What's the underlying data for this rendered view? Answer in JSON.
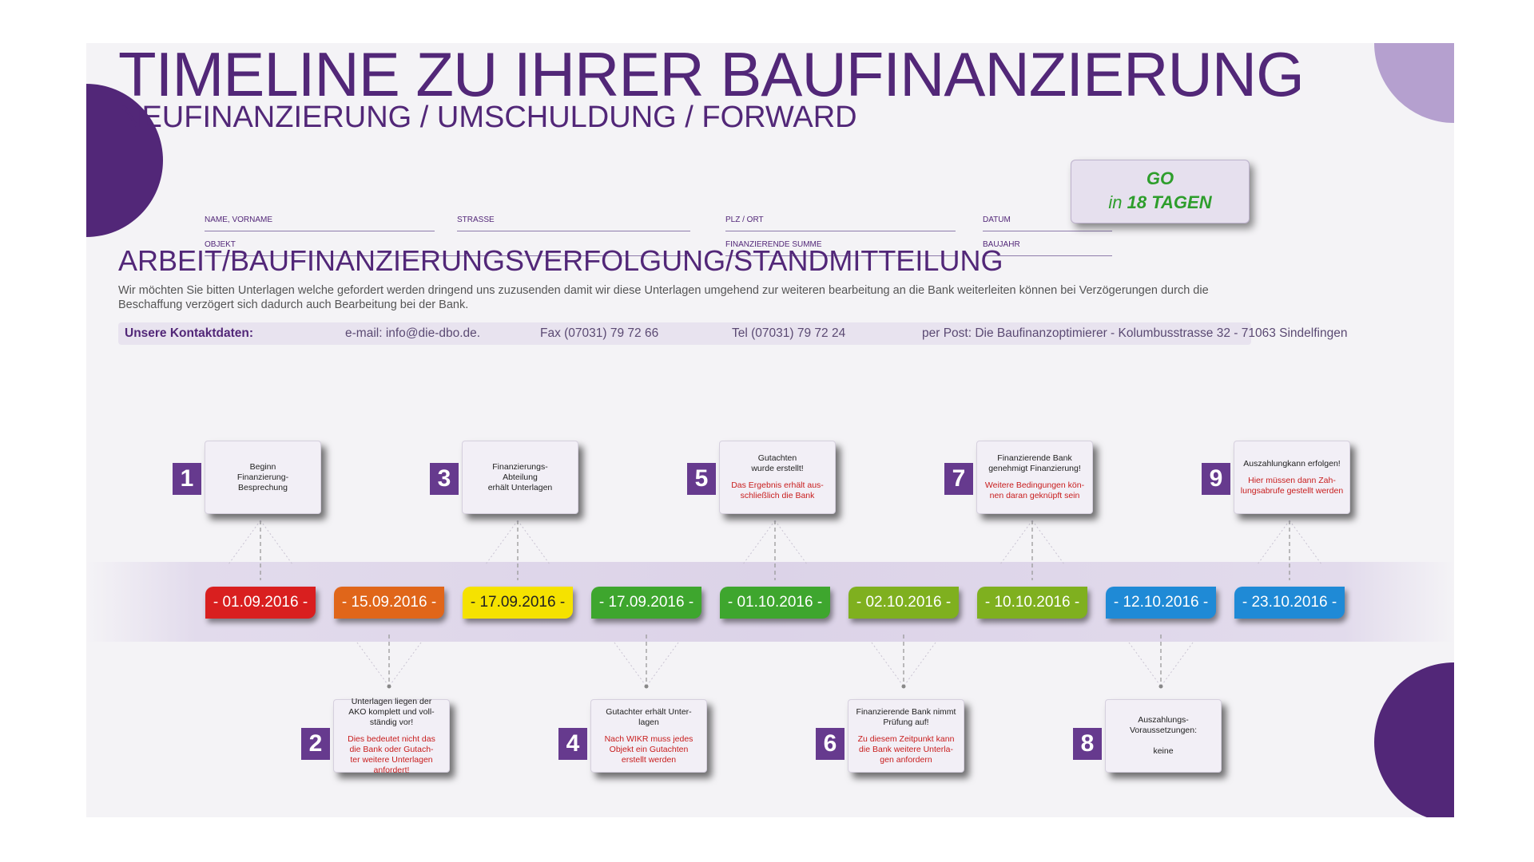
{
  "header": {
    "title": "TIMELINE ZU IHRER BAUFINANZIERUNG",
    "subtitle": "NEUFINANZIERUNG / UMSCHULDUNG / FORWARD"
  },
  "form": {
    "name": "NAME, VORNAME",
    "strasse": "STRASSE",
    "plz": "PLZ / ORT",
    "datum": "DATUM",
    "objekt": "OBJEKT",
    "summe": "FINANZIERENDE SUMME",
    "baujahr": "BAUJAHR"
  },
  "go_box": {
    "line1": "GO",
    "line2_prefix": "in",
    "line2_rest": "18 TAGEN"
  },
  "section": {
    "title": "ARBEIT/BAUFINANZIERUNGSVERFOLGUNG/STANDMITTEILUNG",
    "intro": "Wir möchten Sie bitten Unterlagen welche gefordert werden dringend uns zuzusenden damit wir diese Unterlagen umgehend zur weiteren bearbeitung an die Bank weiterleiten können bei Verzögerungen durch die Beschaffung verzögert sich dadurch auch Bearbeitung bei der Bank."
  },
  "contact": {
    "label": "Unsere Kontaktdaten:",
    "email": "e-mail: info@die-dbo.de.",
    "fax": "Fax (07031) 79 72 66",
    "tel": "Tel (07031) 79 72 24",
    "post": "per Post: Die Baufinanzoptimierer - Kolumbusstrasse 32 - 71063 Sindelfingen"
  },
  "steps": [
    {
      "num": "1",
      "text": "Beginn\nFinanzierung-\nBesprechung",
      "note": ""
    },
    {
      "num": "2",
      "text": "Unterlagen liegen der\nAKO komplett und voll-\nständig vor!",
      "note": "Dies bedeutet nicht das\ndie Bank oder Gutach-\nter weitere Unterlagen\nanfordert!"
    },
    {
      "num": "3",
      "text": "Finanzierungs-\nAbteilung\nerhält Unterlagen",
      "note": ""
    },
    {
      "num": "4",
      "text": "Gutachter erhält Unter-\nlagen",
      "note": "Nach WIKR muss jedes\nObjekt ein Gutachten\nerstellt werden"
    },
    {
      "num": "5",
      "text": "Gutachten\nwurde erstellt!",
      "note": "Das Ergebnis erhält aus-\nschließlich die Bank"
    },
    {
      "num": "6",
      "text": "Finanzierende Bank nimmt\nPrüfung auf!",
      "note": "Zu diesem Zeitpunkt kann\ndie Bank weitere Unterla-\ngen anfordern"
    },
    {
      "num": "7",
      "text": "Finanzierende Bank\ngenehmigt Finanzierung!",
      "note": "Weitere Bedingungen kön-\nnen daran geknüpft sein"
    },
    {
      "num": "8",
      "text": "Auszahlungs-\nVoraussetzungen:\n\nkeine",
      "note": ""
    },
    {
      "num": "9",
      "text": "Auszahlungkann erfolgen!",
      "note": "Hier müssen dann Zah-\nlungsabrufe gestellt werden"
    }
  ],
  "dates": [
    {
      "label": "- 01.09.2016 -",
      "color": "#d91f1f",
      "text_color": "#ffffff"
    },
    {
      "label": "- 15.09.2016 -",
      "color": "#e0661a",
      "text_color": "#ffffff"
    },
    {
      "label": "- 17.09.2016 -",
      "color": "#f5e200",
      "text_color": "#222222"
    },
    {
      "label": "- 17.09.2016 -",
      "color": "#3ea62e",
      "text_color": "#ffffff"
    },
    {
      "label": "- 01.10.2016 -",
      "color": "#3ea62e",
      "text_color": "#ffffff"
    },
    {
      "label": "- 02.10.2016 -",
      "color": "#7fb01f",
      "text_color": "#ffffff"
    },
    {
      "label": "- 10.10.2016 -",
      "color": "#7fb01f",
      "text_color": "#ffffff"
    },
    {
      "label": "- 12.10.2016 -",
      "color": "#1f8ad6",
      "text_color": "#ffffff"
    },
    {
      "label": "- 23.10.2016 -",
      "color": "#1f8ad6",
      "text_color": "#ffffff"
    }
  ]
}
